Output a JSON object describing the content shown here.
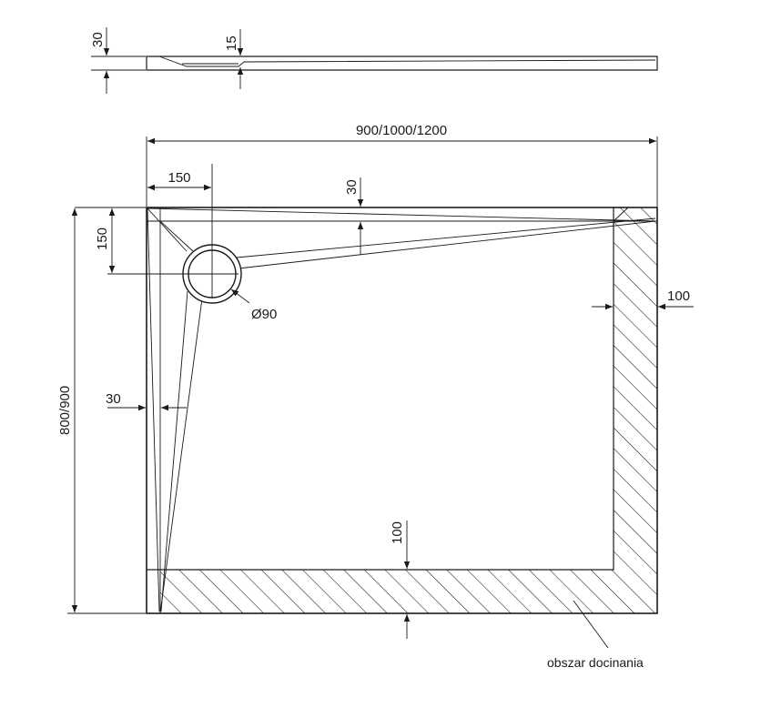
{
  "diagram": {
    "title": "Shower tray technical drawing",
    "profile": {
      "height_label": "30",
      "depth_label": "15"
    },
    "plan": {
      "width_label": "900/1000/1200",
      "depth_label": "800/900",
      "drain_offset_x_label": "150",
      "drain_offset_y_label": "150",
      "drain_diameter_label": "Ø90",
      "top_border_label": "30",
      "left_border_label": "30",
      "right_trim_label": "100",
      "bottom_trim_label": "100",
      "trim_zone_label": "obszar docinania"
    },
    "colors": {
      "line": "#1a1a1a",
      "background": "#ffffff"
    }
  }
}
